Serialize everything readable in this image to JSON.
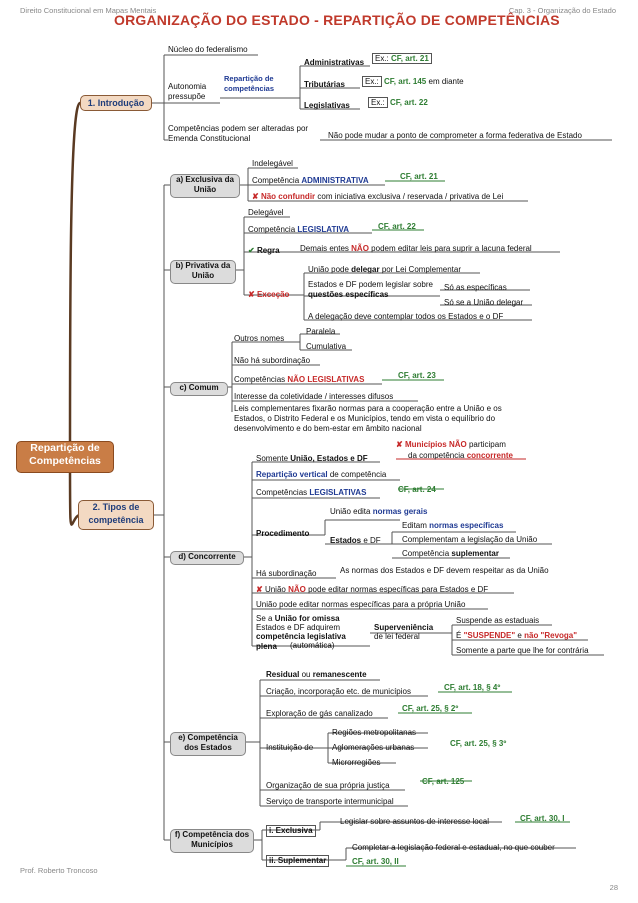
{
  "header": {
    "left": "Direito Constitucional em Mapas Mentais",
    "right": "Cap. 3 - Organização do Estado"
  },
  "title": "ORGANIZAÇÃO DO ESTADO - REPARTIÇÃO DE COMPETÊNCIAS",
  "root": "Repartição de Competências",
  "intro": {
    "label": "1. Introdução",
    "nucleo": "Núcleo do federalismo",
    "autonomia": "Autonomia pressupõe",
    "reparticao": "Repartição de competências",
    "admin": "Administrativas",
    "admin_ref": "CF, art. 21",
    "trib": "Tributárias",
    "trib_ref": "CF, art. 145",
    "trib_tail": "em diante",
    "legis": "Legislativas",
    "legis_ref": "CF, art. 22",
    "ex": "Ex.:",
    "alteradas": "Competências podem ser alteradas por Emenda Constitucional",
    "nao_mudar": "Não pode mudar a ponto de comprometer a forma federativa de Estado"
  },
  "tipos": {
    "label": "2. Tipos de competência",
    "a": {
      "label": "a) Exclusiva da União",
      "indelegavel": "Indelegável",
      "comp": "Competência",
      "comp_b": "ADMINISTRATIVA",
      "ref": "CF, art. 21",
      "nao": "Não confundir",
      "nao_tail": "com iniciativa exclusiva / reservada / privativa de Lei"
    },
    "b": {
      "label": "b) Privativa da União",
      "delegavel": "Delegável",
      "comp": "Competência",
      "comp_b": "LEGISLATIVA",
      "ref": "CF, art. 22",
      "regra": "Regra",
      "regra_txt1": "Demais entes",
      "regra_nao": "NÃO",
      "regra_txt2": "podem editar leis para suprir a lacuna federal",
      "excecao": "Exceção",
      "uniao_pode": "União pode",
      "delegar": "delegar",
      "uniao_tail": "por Lei Complementar",
      "estados_df": "Estados e DF podem legislar sobre",
      "questoes": "questões específicas",
      "so_esp": "Só as específicas",
      "so_uniao": "Só se a União delegar",
      "delegacao": "A delegação deve contemplar todos os Estados e o DF"
    },
    "c": {
      "label": "c) Comum",
      "outros": "Outros nomes",
      "paralela": "Paralela",
      "cumulativa": "Cumulativa",
      "nao_sub": "Não há subordinação",
      "comp": "Competências",
      "comp_b": "NÃO LEGISLATIVAS",
      "ref": "CF, art. 23",
      "interesse": "Interesse da coletividade / interesses difusos",
      "leis": "Leis complementares fixarão normas para a cooperação entre a União e os Estados, o Distrito Federal e os Municípios, tendo em vista o equilíbrio do desenvolvimento e do bem-estar em âmbito nacional"
    },
    "d": {
      "label": "d) Concorrente",
      "somente": "Somente",
      "somente_b": "União, Estados e DF",
      "municipios": "Municípios",
      "mun_nao": "NÃO",
      "participam": "participam",
      "da_comp": "da competência",
      "concorrente": "concorrente",
      "rep_vert": "Repartição vertical",
      "rep_tail": "de competência",
      "comp": "Competências",
      "comp_b": "LEGISLATIVAS",
      "ref": "CF, art. 24",
      "procedimento": "Procedimento",
      "uniao_edita": "União edita",
      "normas_gerais": "normas gerais",
      "estados": "Estados",
      "e_df": "e DF",
      "editam": "Editam",
      "normas_esp": "normas específicas",
      "complementam": "Complementam a legislação da União",
      "comp_sup": "Competência",
      "suplementar": "suplementar",
      "ha_sub": "Há subordinação",
      "ha_sub_tail": "As normas dos Estados e DF devem respeitar as da União",
      "uniao_nao1": "União",
      "uniao_nao2": "NÃO",
      "uniao_nao3": "pode editar normas específicas para Estados e DF",
      "uniao_pode": "União pode editar normas específicas para a própria União",
      "se_uniao": "Se a",
      "se_uniao_b": "União for omissa",
      "estados_adq": "Estados e DF adquirem",
      "comp_leg": "competência legislativa plena",
      "automatica": "(automática)",
      "superv": "Superveniência",
      "lei_fed": "de lei federal",
      "suspende": "Suspende as estaduais",
      "e_sus": "É",
      "sus_b": "\"SUSPENDE\"",
      "e_nao": "e",
      "revoga": "não \"Revoga\"",
      "somente_parte": "Somente a parte que lhe for contrária"
    },
    "e": {
      "label": "e) Competência dos Estados",
      "residual": "Residual",
      "ou": "ou",
      "remanescente": "remanescente",
      "criacao": "Criação, incorporação etc. de municípios",
      "criacao_ref": "CF, art. 18, § 4º",
      "gas": "Exploração de gás canalizado",
      "gas_ref": "CF, art. 25, § 2º",
      "instituicao": "Instituição de",
      "regioes": "Regiões metropolitanas",
      "aglom": "Aglomerações urbanas",
      "micro": "Microrregiões",
      "inst_ref": "CF, art. 25, § 3º",
      "org": "Organização de sua própria justiça",
      "org_ref": "CF, art. 125",
      "servico": "Serviço de transporte intermunicipal"
    },
    "f": {
      "label": "f) Competência dos Municípios",
      "excl": "i. Exclusiva",
      "excl_txt": "Legislar sobre assuntos de interesse local",
      "excl_ref": "CF, art. 30, I",
      "sup": "ii. Suplementar",
      "sup_txt": "Completar a legislação federal e estadual, no que couber",
      "sup_ref": "CF, art. 30, II"
    }
  },
  "footer": {
    "author": "Prof. Roberto Troncoso",
    "page": "28"
  }
}
